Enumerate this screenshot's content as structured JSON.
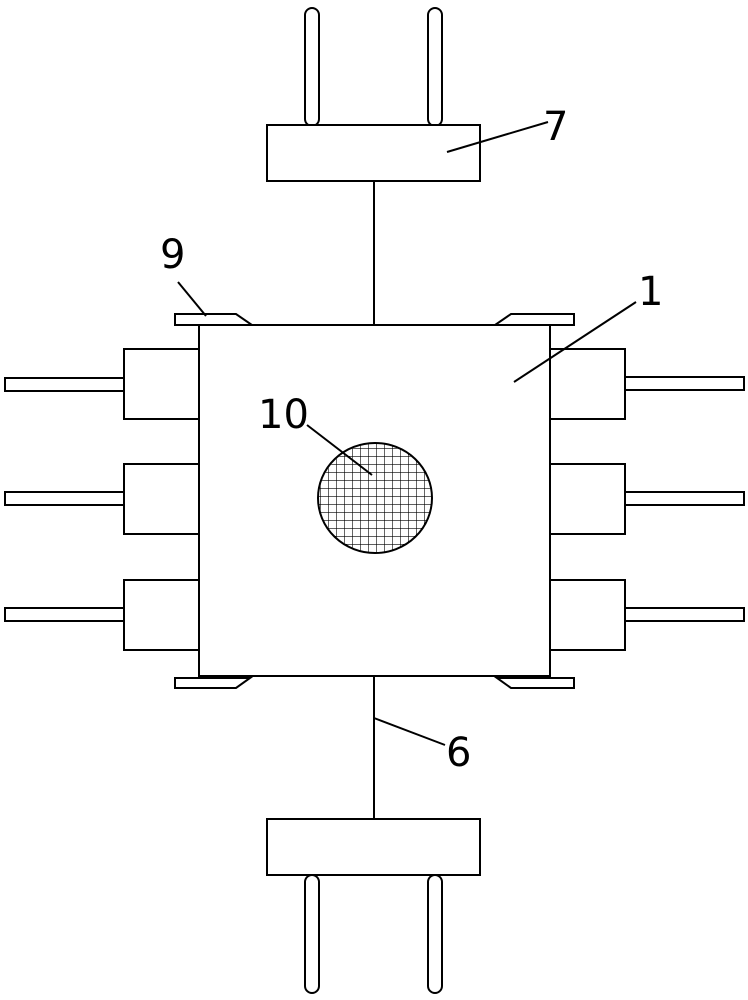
{
  "labels": {
    "top_block": "7",
    "bracket": "9",
    "housing": "1",
    "window": "10",
    "rod": "6"
  }
}
